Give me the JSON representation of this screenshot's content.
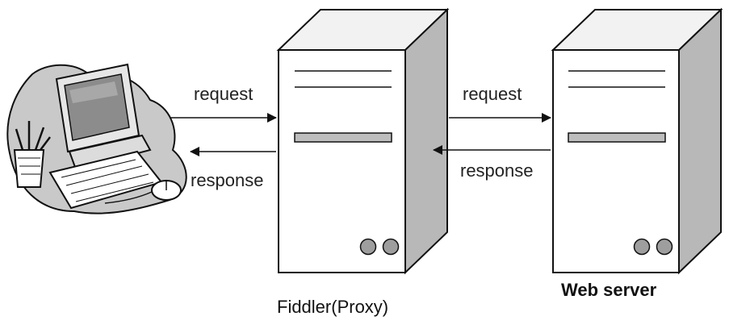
{
  "diagram": {
    "client": {
      "icon": "desktop-computer-icon"
    },
    "proxy": {
      "caption": "Fiddler(Proxy)",
      "icon": "tower-server-icon"
    },
    "server": {
      "caption": "Web server",
      "icon": "tower-server-icon"
    },
    "arrows": {
      "client_to_proxy": "request",
      "proxy_to_client": "response",
      "proxy_to_server": "request",
      "server_to_proxy": "response"
    }
  },
  "colors": {
    "stroke": "#111111",
    "server_front": "#ffffff",
    "server_top": "#f2f2f2",
    "server_side": "#b8b8b8",
    "drive_bay": "#bdbdbd",
    "button": "#9e9e9e",
    "cloud": "#c9c9c9"
  }
}
